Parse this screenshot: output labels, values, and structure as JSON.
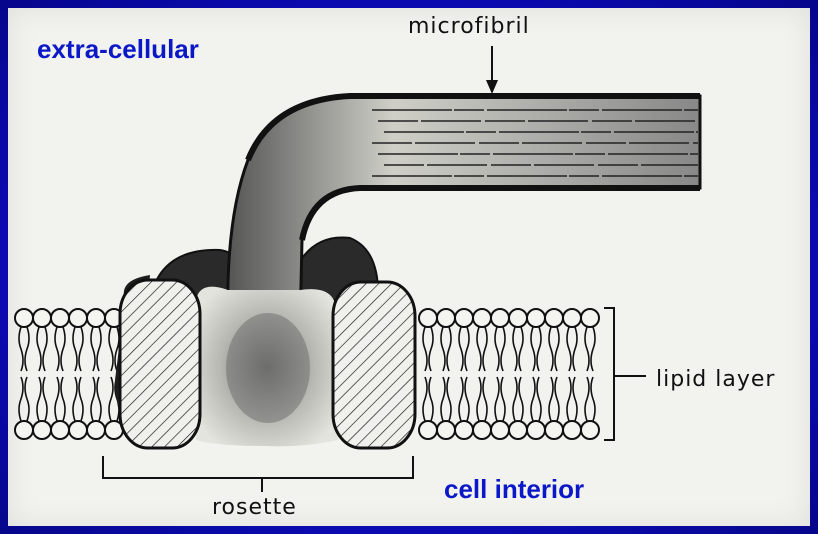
{
  "labels": {
    "extra_cellular": "extra-cellular",
    "cell_interior": "cell interior",
    "microfibril": "microfibril",
    "lipid_layer": "lipid layer",
    "rosette": "rosette"
  },
  "colors": {
    "background": "#0a0ab8",
    "overlay_text": "#0a18c8",
    "drawing": "#111111",
    "paper": "#f2f2ee"
  }
}
